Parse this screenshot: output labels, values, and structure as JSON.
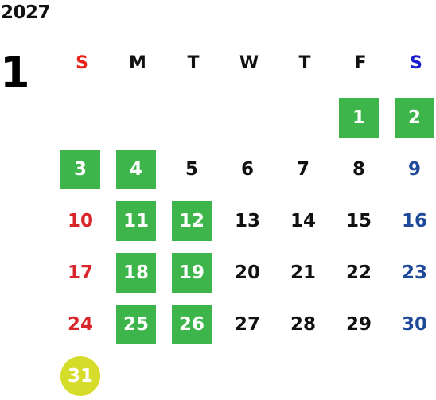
{
  "calendar": {
    "year": "2027",
    "month": "1",
    "weekday_headers": [
      {
        "label": "S",
        "color": "#e8231a"
      },
      {
        "label": "M",
        "color": "#111111"
      },
      {
        "label": "T",
        "color": "#111111"
      },
      {
        "label": "W",
        "color": "#111111"
      },
      {
        "label": "T",
        "color": "#111111"
      },
      {
        "label": "F",
        "color": "#111111"
      },
      {
        "label": "S",
        "color": "#1a1fcc"
      }
    ],
    "colors": {
      "sunday": "#d9262a",
      "saturday": "#1f4a9a",
      "weekday": "#111111",
      "highlight_green": "#3db54a",
      "highlight_yellow": "#d5dc2a",
      "highlight_text": "#ffffff"
    },
    "first_weekday_index": 5,
    "days": [
      {
        "label": "1",
        "highlight": "green"
      },
      {
        "label": "2",
        "highlight": "green"
      },
      {
        "label": "3",
        "highlight": "green"
      },
      {
        "label": "4",
        "highlight": "green"
      },
      {
        "label": "5",
        "highlight": "none"
      },
      {
        "label": "6",
        "highlight": "none"
      },
      {
        "label": "7",
        "highlight": "none"
      },
      {
        "label": "8",
        "highlight": "none"
      },
      {
        "label": "9",
        "highlight": "none"
      },
      {
        "label": "10",
        "highlight": "none"
      },
      {
        "label": "11",
        "highlight": "green"
      },
      {
        "label": "12",
        "highlight": "green"
      },
      {
        "label": "13",
        "highlight": "none"
      },
      {
        "label": "14",
        "highlight": "none"
      },
      {
        "label": "15",
        "highlight": "none"
      },
      {
        "label": "16",
        "highlight": "none"
      },
      {
        "label": "17",
        "highlight": "none"
      },
      {
        "label": "18",
        "highlight": "green"
      },
      {
        "label": "19",
        "highlight": "green"
      },
      {
        "label": "20",
        "highlight": "none"
      },
      {
        "label": "21",
        "highlight": "none"
      },
      {
        "label": "22",
        "highlight": "none"
      },
      {
        "label": "23",
        "highlight": "none"
      },
      {
        "label": "24",
        "highlight": "none"
      },
      {
        "label": "25",
        "highlight": "green"
      },
      {
        "label": "26",
        "highlight": "green"
      },
      {
        "label": "27",
        "highlight": "none"
      },
      {
        "label": "28",
        "highlight": "none"
      },
      {
        "label": "29",
        "highlight": "none"
      },
      {
        "label": "30",
        "highlight": "none"
      },
      {
        "label": "31",
        "highlight": "yellow-circle"
      }
    ]
  }
}
